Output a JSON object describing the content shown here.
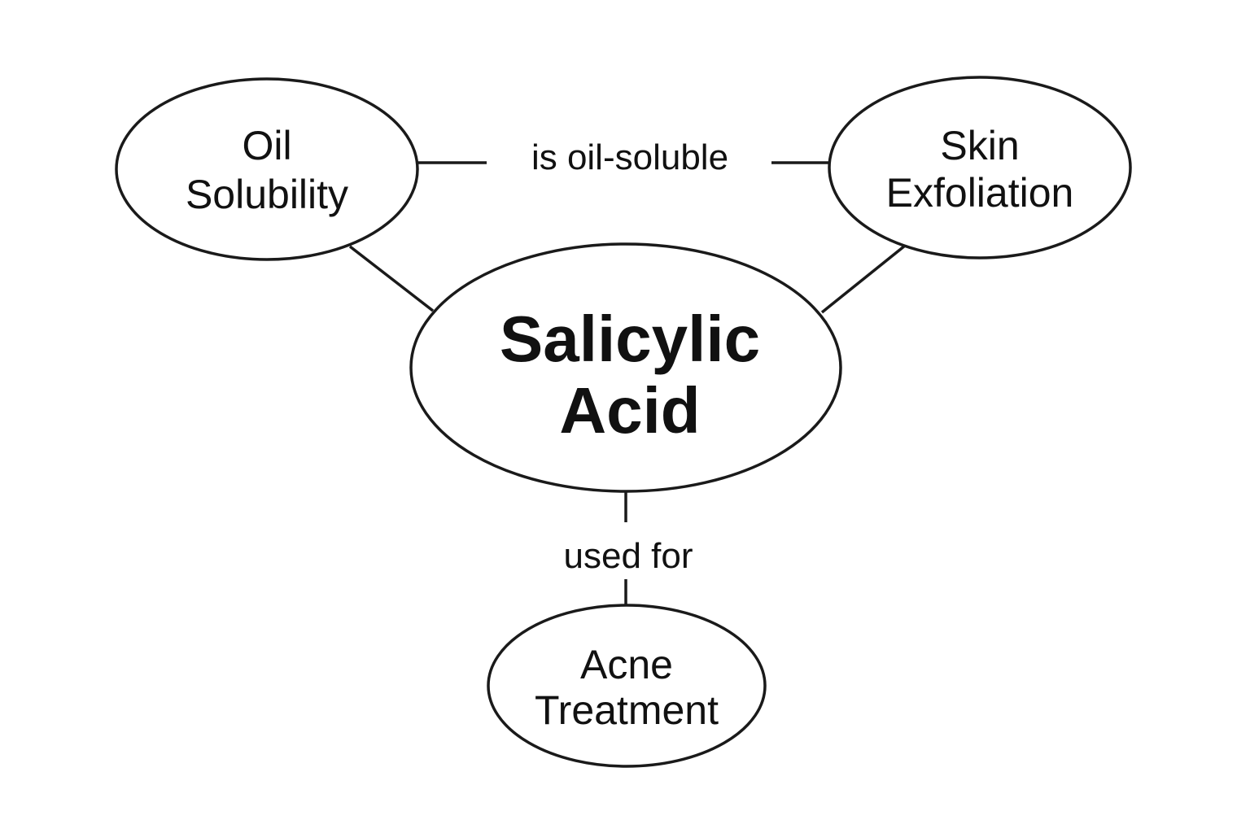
{
  "diagram": {
    "colors": {
      "stroke": "#1a1a1a",
      "text": "#111111",
      "background": "#ffffff"
    },
    "nodes": {
      "center": {
        "line1": "Salicylic",
        "line2": "Acid"
      },
      "oil": {
        "line1": "Oil",
        "line2": "Solubility"
      },
      "skin": {
        "line1": "Skin",
        "line2": "Exfoliation"
      },
      "acne": {
        "line1": "Acne",
        "line2": "Treatment"
      }
    },
    "edge_labels": {
      "oil_skin": "is oil-soluble",
      "center_acne": "used for"
    }
  }
}
